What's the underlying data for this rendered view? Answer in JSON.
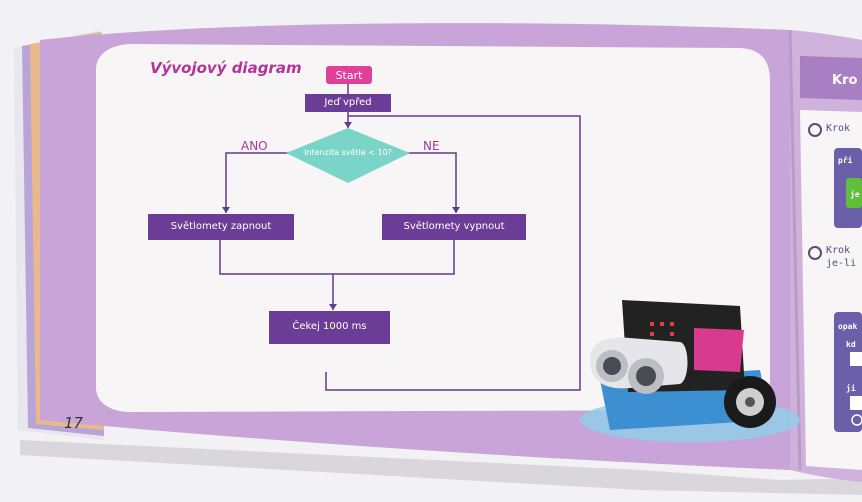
{
  "left_page": {
    "title": "Vývojový diagram",
    "page_number": "17",
    "flowchart": {
      "start": "Start",
      "step1": "Jeď vpřed",
      "decision": "Intenzita světla < 10?",
      "yes_label": "ANO",
      "no_label": "NE",
      "yes_action": "Světlomety zapnout",
      "no_action": "Světlomety vypnout",
      "wait": "Čekej 1000 ms"
    }
  },
  "right_page": {
    "title_partial": "Kro",
    "step1_partial": "Krok",
    "step2_partial": "Krok",
    "step2_line2_partial": "je-li",
    "code_block1_label": "při",
    "code_block1_inner": "je",
    "code_block2_label": "opak",
    "code_block2_line1": "kd",
    "code_block2_line2": "ji"
  },
  "colors": {
    "page_purple": "#c8a2d6",
    "panel_white": "#f6f4f5",
    "box_purple": "#6c3d96",
    "start_pink": "#e0409a",
    "decision_teal": "#7ad5c8",
    "line_purple": "#5e3c8c"
  }
}
